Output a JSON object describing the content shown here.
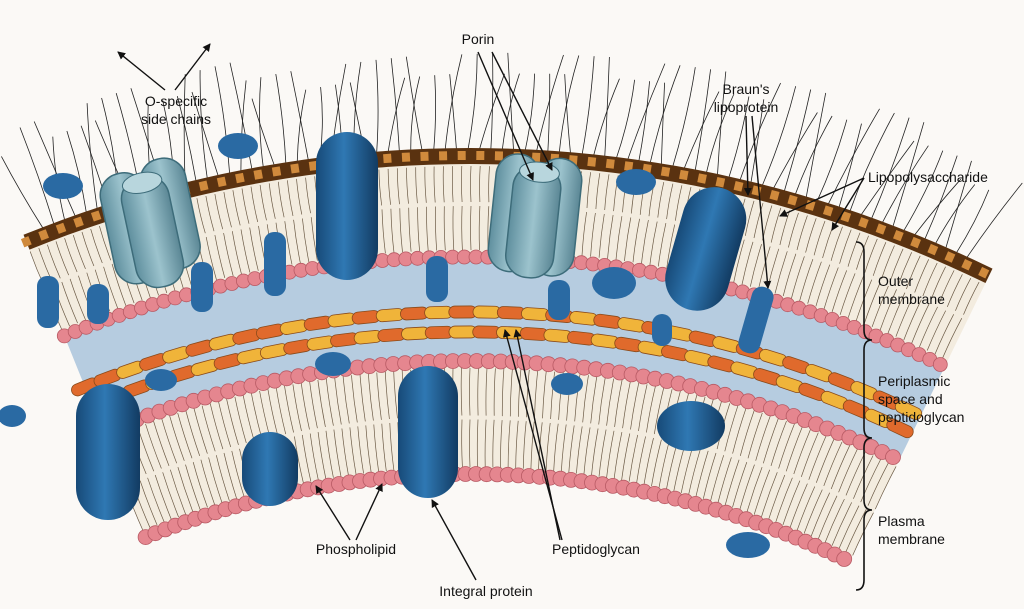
{
  "labels": {
    "o_specific_1": "O-specific",
    "o_specific_2": "side chains",
    "porin": "Porin",
    "brauns_1": "Braun's",
    "brauns_2": "lipoprotein",
    "lps": "Lipopolysaccharide",
    "outer_1": "Outer",
    "outer_2": "membrane",
    "peri_1": "Periplasmic",
    "peri_2": "space and",
    "peri_3": "peptidoglycan",
    "plasma_1": "Plasma",
    "plasma_2": "membrane",
    "phospholipid": "Phospholipid",
    "integral": "Integral protein",
    "peptidoglycan": "Peptidoglycan"
  },
  "colors": {
    "bilayer_fill": "#f3ecdf",
    "head_pink": "#e5868f",
    "periplasm": "#b6cce0",
    "protein": "#1f5f96",
    "porin": "#7aa9b7",
    "pg_orange": "#e06a2c",
    "pg_yellow": "#f0b43a",
    "lps_brown": "#5a3210",
    "lps_tan": "#d08a3c"
  }
}
